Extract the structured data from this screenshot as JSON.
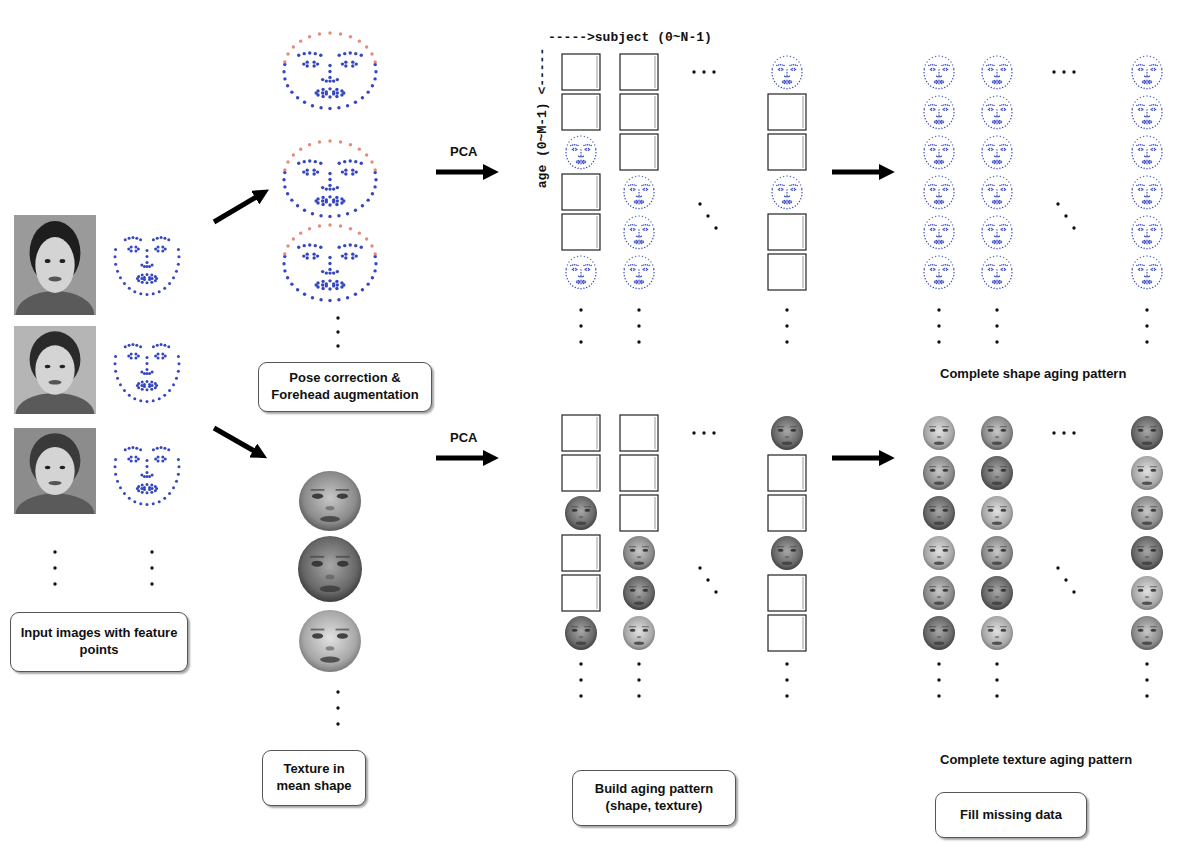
{
  "diagram": {
    "nodes": [
      {
        "text": [
          "Input images with feature points"
        ]
      },
      {
        "text": [
          "Pose correction & Forehead augmentation"
        ]
      },
      {
        "text": [
          "Texture in mean shape"
        ]
      },
      {
        "text": [
          "Build aging pattern (shape, texture)"
        ]
      },
      {
        "text": [
          "Fill missing data"
        ]
      }
    ],
    "labels": [
      "PCA",
      "PCA",
      "----->subject (0~N-1)",
      "age (0~M-1) <-----",
      "Complete shape aging pattern",
      "Complete texture aging pattern"
    ]
  }
}
